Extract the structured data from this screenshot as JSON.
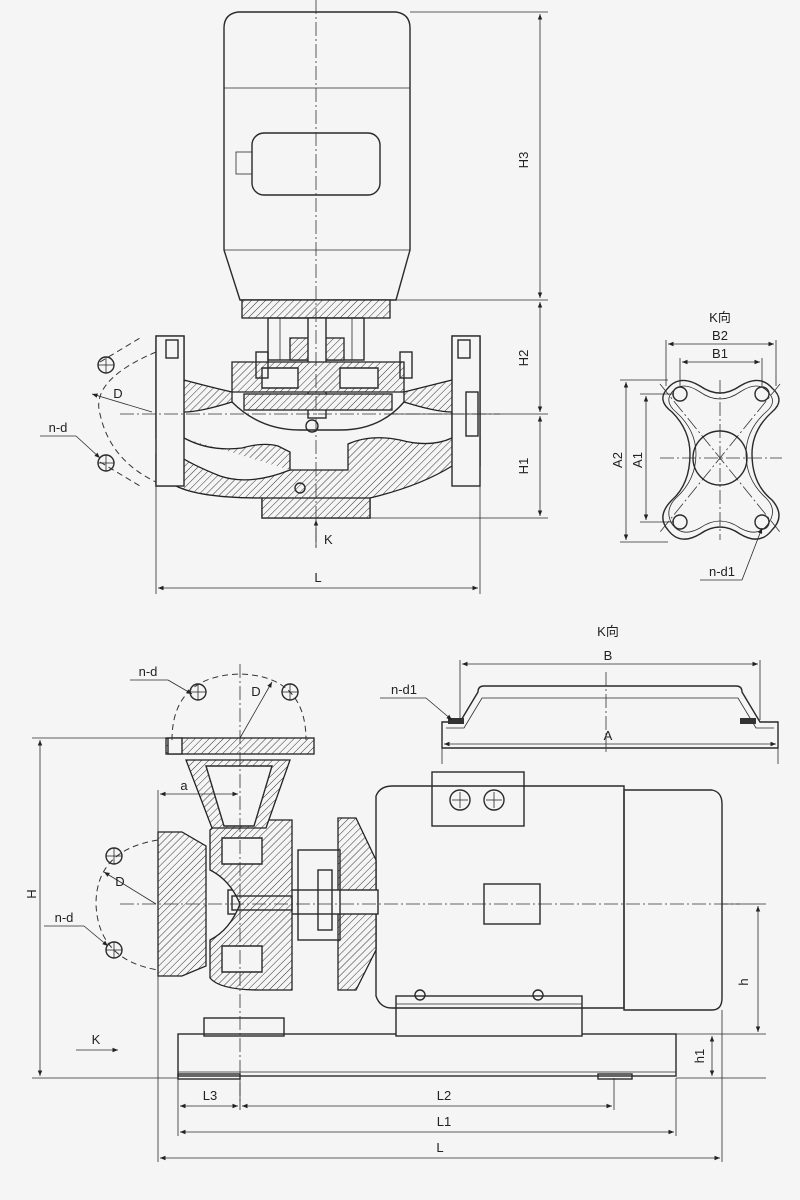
{
  "top_view": {
    "dims": {
      "H3": "H3",
      "H2": "H2",
      "H1": "H1",
      "L": "L",
      "D": "D",
      "n_d": "n-d",
      "K": "K"
    },
    "k_view": {
      "title": "K向",
      "B2": "B2",
      "B1": "B1",
      "A2": "A2",
      "A1": "A1",
      "n_d1": "n-d1"
    }
  },
  "bottom_view": {
    "dims": {
      "n_d_top": "n-d",
      "D_top": "D",
      "a": "a",
      "D_side": "D",
      "n_d_side": "n-d",
      "H": "H",
      "h": "h",
      "h1": "h1",
      "K": "K",
      "L3": "L3",
      "L2": "L2",
      "L1": "L1",
      "L": "L"
    },
    "k_view": {
      "title": "K向",
      "B": "B",
      "A": "A",
      "n_d1": "n-d1"
    }
  }
}
